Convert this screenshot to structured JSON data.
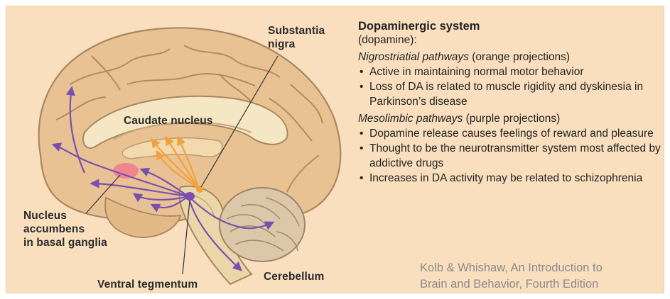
{
  "labels": {
    "substantia": "Substantia",
    "nigra": "nigra",
    "caudate": "Caudate nucleus",
    "nucleus_l1": "Nucleus",
    "nucleus_l2": "accumbens",
    "nucleus_l3": "in basal ganglia",
    "ventral": "Ventral tegmentum",
    "cerebellum": "Cerebellum"
  },
  "text": {
    "title": "Dopaminergic system",
    "subtitle": "(dopamine):",
    "nigro_heading": "Nigrostriatial pathways",
    "nigro_note": " (orange projections)",
    "nigro_items": [
      "Active in maintaining normal motor behavior",
      "Loss of DA is related to muscle rigidity and dyskinesia in Parkinson’s disease"
    ],
    "meso_heading": "Mesolimbic pathways",
    "meso_note": " (purple projections)",
    "meso_items": [
      "Dopamine release causes feelings of reward and pleasure",
      "Thought to be the neurotransmitter system most affected by addictive drugs",
      "Increases in DA activity may be related to schizophrenia"
    ]
  },
  "citation": {
    "line1": "Kolb & Whishaw, An Introduction to",
    "line2": "Brain and Behavior, Fourth Edition"
  },
  "colors": {
    "background": "#f9dfbe",
    "brain": "#e9c396",
    "orange_pathway": "#f2a23a",
    "purple_pathway": "#7b4fb0",
    "accumbens": "#ef7f8f"
  }
}
